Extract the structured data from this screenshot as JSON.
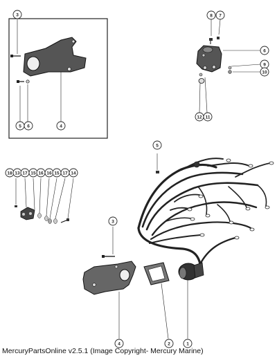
{
  "footer": {
    "text": "MercuryPartsOnline v2.5.1 (Image Copyright- Mercury Marine)"
  },
  "callouts": [
    {
      "id": "c3-top",
      "label": "3"
    },
    {
      "id": "c5-top",
      "label": "5"
    },
    {
      "id": "c6-top",
      "label": "6"
    },
    {
      "id": "c4-top",
      "label": "4"
    },
    {
      "id": "c8-a",
      "label": "8"
    },
    {
      "id": "c7-a",
      "label": "7"
    },
    {
      "id": "c6-right",
      "label": "6"
    },
    {
      "id": "c9-right",
      "label": "9"
    },
    {
      "id": "c10-right",
      "label": "10"
    },
    {
      "id": "c12-right",
      "label": "12"
    },
    {
      "id": "c11-right",
      "label": "11"
    },
    {
      "id": "c5-mid",
      "label": "5"
    },
    {
      "id": "c18",
      "label": "18"
    },
    {
      "id": "c13",
      "label": "13"
    },
    {
      "id": "c17",
      "label": "17"
    },
    {
      "id": "c15",
      "label": "15"
    },
    {
      "id": "c16",
      "label": "16"
    },
    {
      "id": "c16b",
      "label": "16"
    },
    {
      "id": "c15b",
      "label": "15"
    },
    {
      "id": "c17b",
      "label": "17"
    },
    {
      "id": "c14",
      "label": "14"
    },
    {
      "id": "c3-bottom",
      "label": "3"
    },
    {
      "id": "c4-bottom",
      "label": "4"
    },
    {
      "id": "c2-bottom",
      "label": "2"
    },
    {
      "id": "c1-bottom",
      "label": "1"
    }
  ]
}
